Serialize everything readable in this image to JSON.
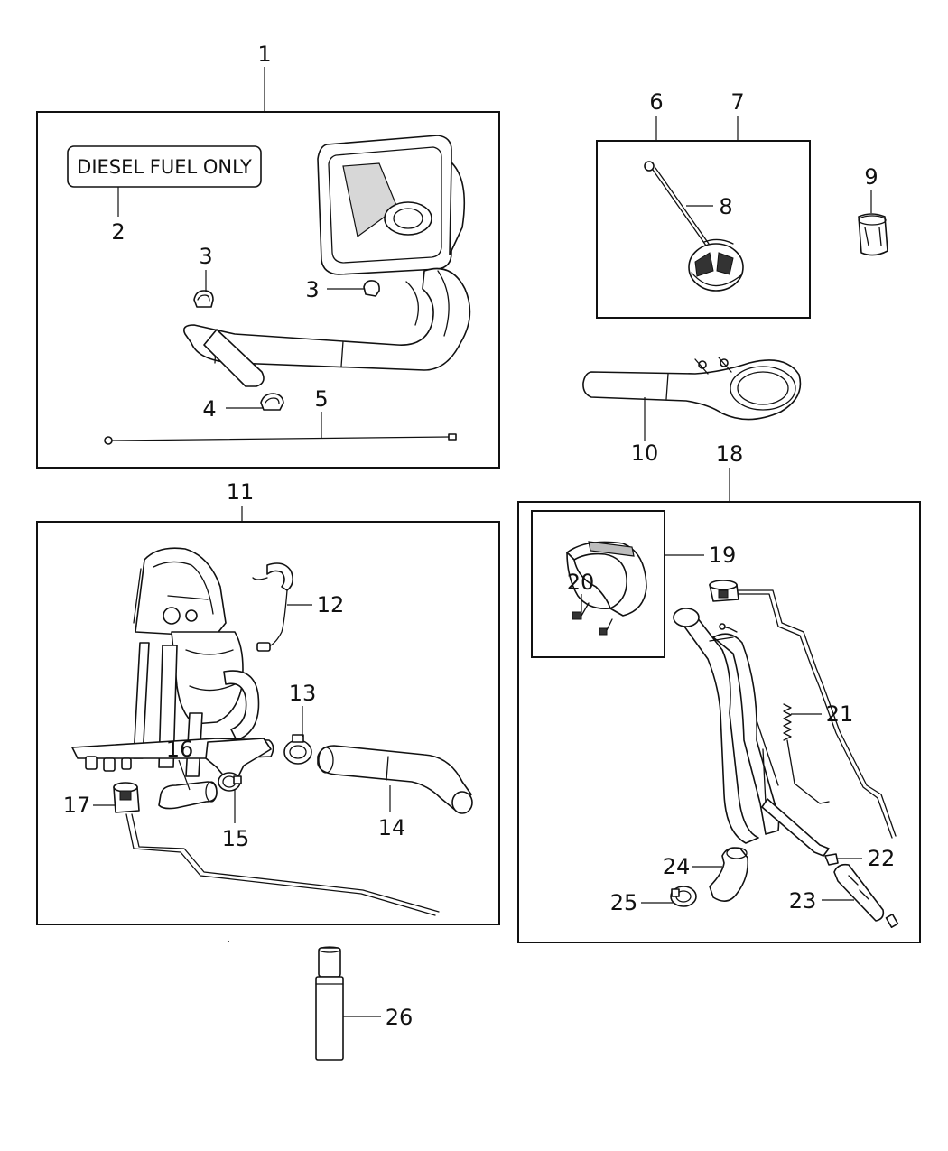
{
  "diagram": {
    "label_text": "DIESEL FUEL ONLY",
    "callouts": [
      "1",
      "2",
      "3",
      "3",
      "4",
      "5",
      "6",
      "7",
      "8",
      "9",
      "10",
      "11",
      "12",
      "13",
      "14",
      "15",
      "16",
      "17",
      "18",
      "19",
      "20",
      "21",
      "22",
      "23",
      "24",
      "25",
      "26"
    ],
    "line_color": "#111111",
    "background": "#ffffff"
  }
}
